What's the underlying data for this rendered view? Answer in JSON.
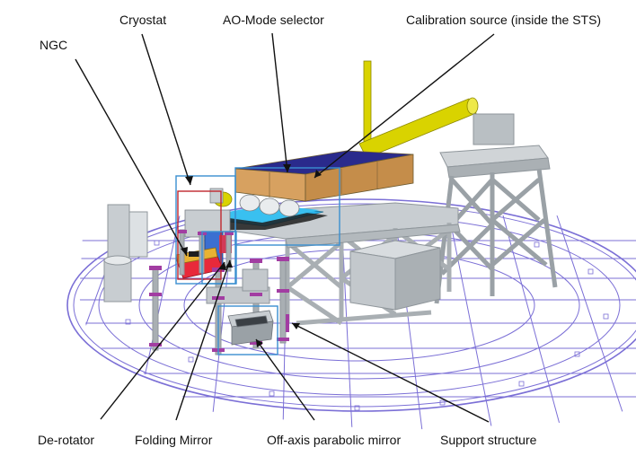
{
  "labels": {
    "cryostat": "Cryostat",
    "ao_mode_selector": "AO-Mode selector",
    "calibration_source": "Calibration source (inside the STS)",
    "ngc": "NGC",
    "de_rotator": "De-rotator",
    "folding_mirror": "Folding Mirror",
    "off_axis_parabolic_mirror": "Off-axis parabolic mirror",
    "support_structure": "Support structure"
  },
  "colors": {
    "table_grid": "#7b6fd6",
    "frame_grey": "#c8cdd1",
    "frame_dark": "#8f969b",
    "yellow_pipe": "#d9d300",
    "top_box": "#2a2a8c",
    "orange_bench": "#d7a160",
    "cyan_plate": "#2ab3ea",
    "red_ngc": "#e8293a",
    "purple_mount": "#a23da2",
    "box_red": "#c0262d",
    "box_blue": "#3a8fd0",
    "pointer": "#111111"
  }
}
